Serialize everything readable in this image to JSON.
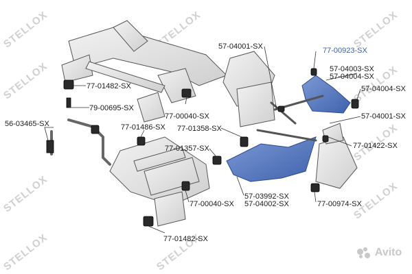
{
  "watermark": {
    "brand": "STELLOX",
    "count": 10
  },
  "marketplace": {
    "name": "Avito"
  },
  "labels": [
    {
      "id": "l1",
      "text": "77-01482-SX",
      "hl": false
    },
    {
      "id": "l2",
      "text": "79-00695-SX",
      "hl": false
    },
    {
      "id": "l3",
      "text": "56-03465-SX",
      "hl": false
    },
    {
      "id": "l4",
      "text": "77-01486-SX",
      "hl": false
    },
    {
      "id": "l5",
      "text": "77-00040-SX",
      "hl": false
    },
    {
      "id": "l6",
      "text": "57-04001-SX",
      "hl": false
    },
    {
      "id": "l7",
      "text": "77-00923-SX",
      "hl": true
    },
    {
      "id": "l8",
      "text": "57-04003-SX",
      "hl": false
    },
    {
      "id": "l9",
      "text": "57-04004-SX",
      "hl": false
    },
    {
      "id": "l10",
      "text": "57-04004-SX",
      "hl": false
    },
    {
      "id": "l11",
      "text": "57-04001-SX",
      "hl": false
    },
    {
      "id": "l12",
      "text": "77-01358-SX",
      "hl": false
    },
    {
      "id": "l13",
      "text": "77-01357-SX",
      "hl": false
    },
    {
      "id": "l14",
      "text": "77-01422-SX",
      "hl": false
    },
    {
      "id": "l15",
      "text": "77-00040-SX",
      "hl": false
    },
    {
      "id": "l16",
      "text": "57-03992-SX",
      "hl": false
    },
    {
      "id": "l17",
      "text": "57-04002-SX",
      "hl": false
    },
    {
      "id": "l18",
      "text": "77-00974-SX",
      "hl": false
    },
    {
      "id": "l19",
      "text": "77-01482-SX",
      "hl": false
    }
  ],
  "colors": {
    "part_fill": "#e6e6e6",
    "part_stroke": "#555555",
    "highlight": "#4d6fb8",
    "bushing": "#222222",
    "leader": "#333333"
  }
}
